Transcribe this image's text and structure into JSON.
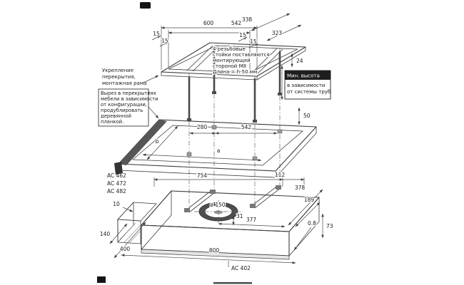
{
  "colors": {
    "background": "#ffffff",
    "line": "#3b3b3b",
    "dark_fill": "#1e1e1e"
  },
  "notes": {
    "reinforcement": {
      "l1": "Укрепление",
      "l2": "перекрытия,",
      "l3": "монтажная рама"
    },
    "cutout": {
      "l1": "Вырез в перекрытиях",
      "l2": "мебели в зависимости",
      "l3": "от конфигурации,",
      "l4": "продублировать",
      "l5": "деревянной",
      "l6": "планкой."
    },
    "studs": {
      "l1": "4 резьбовые",
      "l2": "стойки  поставляются",
      "l3": "монтирующей",
      "l4": "стороной M8",
      "l5": "Длина = h-50 мм"
    },
    "min_height": {
      "l1": "Мин. высота",
      "l2": "в зависимости",
      "l3": "от системы труб"
    }
  },
  "models": {
    "m1": "AC 462",
    "m2": "AC 472",
    "m3": "AC 482",
    "base": "AC 402"
  },
  "dims": {
    "w_outer": "600",
    "w_inner": "542",
    "d_outer": "338",
    "d_inner": "323",
    "offset15": "15",
    "frame_h": "24",
    "stud_depth": "280",
    "height50": "50",
    "var_a": "a",
    "var_b": "b",
    "body_top_w": "754",
    "off112": "112",
    "depth378": "378",
    "off189": "189",
    "off10": "10",
    "duct": "ø 150",
    "off31": "31",
    "off377": "377",
    "panel": "0.8",
    "h73": "73",
    "left140": "140",
    "depth400": "400",
    "width800": "800"
  }
}
